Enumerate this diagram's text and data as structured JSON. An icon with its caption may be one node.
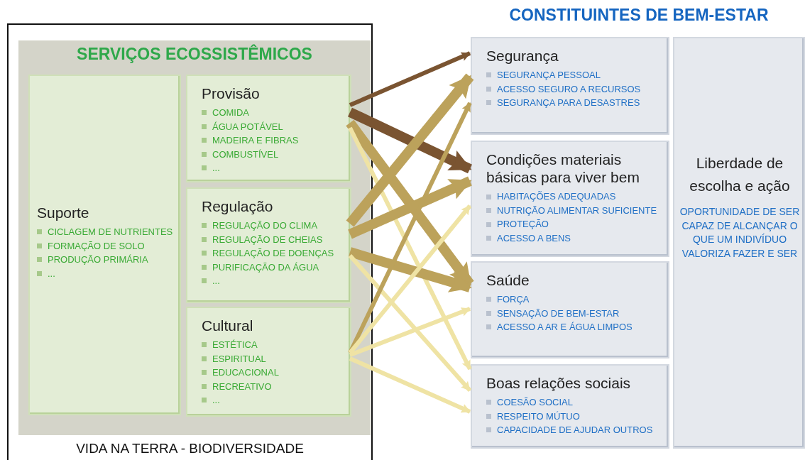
{
  "diagram": {
    "title": "CONSTITUINTES DE BEM-ESTAR",
    "nodes": [
      {
        "text": [
          "VIDA NA TERRA - BIODIVERSIDADE"
        ]
      },
      {
        "text": [
          "SERVIÇOS ECOSSISTÊMICOS"
        ],
        "in": 0
      },
      {
        "text": [
          "Suporte",
          "CICLAGEM DE NUTRIENTES",
          "FORMAÇÃO DE SOLO",
          "PRODUÇÃO PRIMÁRIA",
          "..."
        ],
        "in": 1
      },
      {
        "text": [
          "Provisão",
          "COMIDA",
          "ÁGUA POTÁVEL",
          "MADEIRA E FIBRAS",
          "COMBUSTÍVEL",
          "..."
        ],
        "in": 1
      },
      {
        "text": [
          "Regulação",
          "REGULAÇÃO DO CLIMA",
          "REGULAÇÃO DE CHEIAS",
          "REGULAÇÃO DE DOENÇAS",
          "PURIFICAÇÃO DA ÁGUA",
          "..."
        ],
        "in": 1
      },
      {
        "text": [
          "Cultural",
          "ESTÉTICA",
          "ESPIRITUAL",
          "EDUCACIONAL",
          "RECREATIVO",
          "..."
        ],
        "in": 1
      },
      {
        "text": [
          "Segurança",
          "SEGURANÇA PESSOAL",
          "ACESSO SEGURO A RECURSOS",
          "SEGURANÇA PARA DESASTRES"
        ]
      },
      {
        "text": [
          "Condições materiais básicas para viver bem",
          "HABITAÇÕES ADEQUADAS",
          "NUTRIÇÃO ALIMENTAR SUFICIENTE",
          "PROTEÇÃO",
          "ACESSO A BENS"
        ]
      },
      {
        "text": [
          "Saúde",
          "FORÇA",
          "SENSAÇÃO DE BEM-ESTAR",
          "ACESSO A AR E ÁGUA LIMPOS"
        ]
      },
      {
        "text": [
          "Boas relações sociais",
          "COESÃO SOCIAL",
          "RESPEITO MÚTUO",
          "CAPACIDADE DE AJUDAR OUTROS"
        ]
      },
      {
        "text": [
          "Liberdade de escolha e ação",
          "OPORTUNIDADE DE SER CAPAZ DE ALCANÇAR O QUE UM INDIVÍDUO VALORIZA FAZER E SER"
        ]
      }
    ],
    "edges": [
      {
        "from": 3,
        "to": 6,
        "arrow": "to",
        "color": "#7a5431"
      },
      {
        "from": 3,
        "to": 7,
        "arrow": "to",
        "color": "#7a5431",
        "style": "thick"
      },
      {
        "from": 3,
        "to": 8,
        "arrow": "to",
        "style": "thick"
      },
      {
        "from": 3,
        "to": 9,
        "arrow": "to",
        "color": "#efe3a4"
      },
      {
        "from": 4,
        "to": 6,
        "arrow": "to",
        "style": "thick"
      },
      {
        "from": 4,
        "to": 7,
        "arrow": "to",
        "style": "thick"
      },
      {
        "from": 4,
        "to": 8,
        "arrow": "to",
        "style": "thick"
      },
      {
        "from": 4,
        "to": 9,
        "arrow": "to",
        "color": "#efe3a4"
      },
      {
        "from": 5,
        "to": 6,
        "arrow": "to"
      },
      {
        "from": 5,
        "to": 7,
        "arrow": "to",
        "color": "#efe3a4"
      },
      {
        "from": 5,
        "to": 8,
        "arrow": "to",
        "color": "#efe3a4"
      },
      {
        "from": 5,
        "to": 9,
        "arrow": "to",
        "color": "#efe3a4"
      }
    ]
  }
}
